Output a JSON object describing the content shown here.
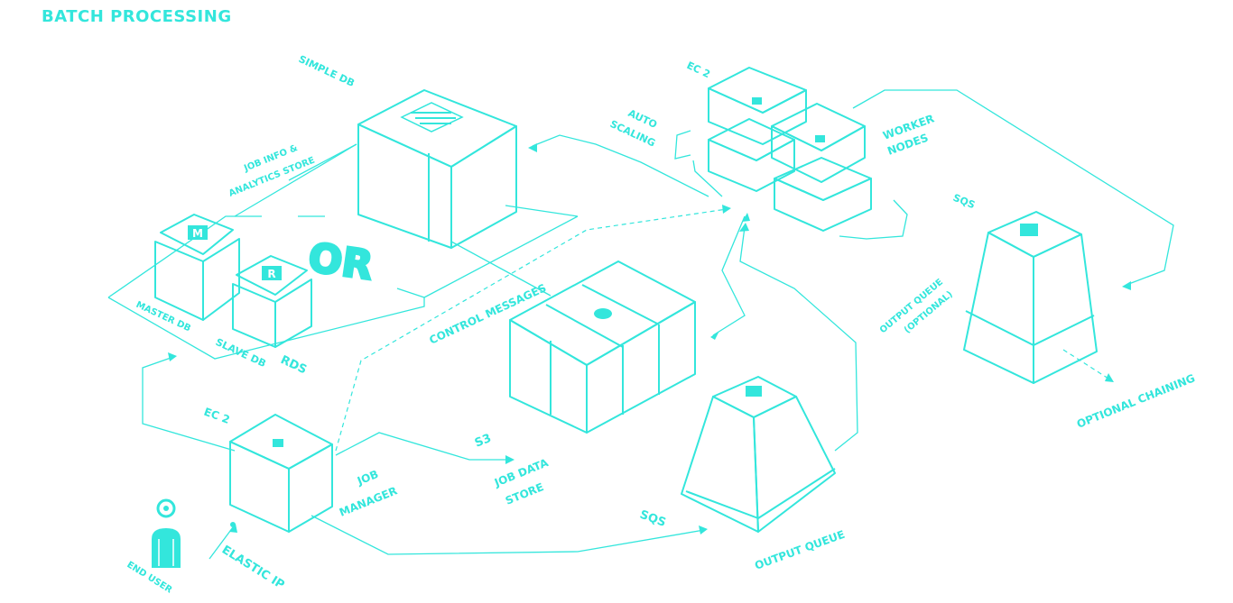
{
  "theme": {
    "accent": "#33e6dc"
  },
  "title": "BATCH PROCESSING",
  "labels": {
    "simple_db": "SIMPLE DB",
    "job_info_1": "JOB INFO &",
    "job_info_2": "ANALYTICS STORE",
    "or": "OR",
    "master_db": "MASTER DB",
    "slave_db": "SLAVE DB",
    "rds": "RDS",
    "control_messages": "CONTROL MESSAGES",
    "ec2_manager": "EC 2",
    "job_1": "JOB",
    "job_2": "MANAGER",
    "end_user": "END USER",
    "elastic_ip": "ELASTIC IP",
    "s3": "S3",
    "job_data_1": "JOB DATA",
    "job_data_2": "STORE",
    "sqs_output": "SQS",
    "output_queue": "OUTPUT QUEUE",
    "ec2_workers": "EC 2",
    "auto_1": "AUTO",
    "auto_2": "SCALING",
    "worker_1": "WORKER",
    "worker_2": "NODES",
    "sqs_optional": "SQS",
    "optional_1": "OUTPUT QUEUE",
    "optional_2": "(OPTIONAL)",
    "optional_chaining": "OPTIONAL CHAINING"
  },
  "icons": {
    "simple_db": "simple-db-icon",
    "master_db": "master-db-icon",
    "slave_db": "slave-db-icon",
    "job_manager": "ec2-instance-icon",
    "s3": "s3-bucket-icon",
    "sqs_output": "sqs-queue-icon",
    "workers": "ec2-instance-icon",
    "sqs_optional": "sqs-queue-icon",
    "end_user": "user-icon"
  }
}
